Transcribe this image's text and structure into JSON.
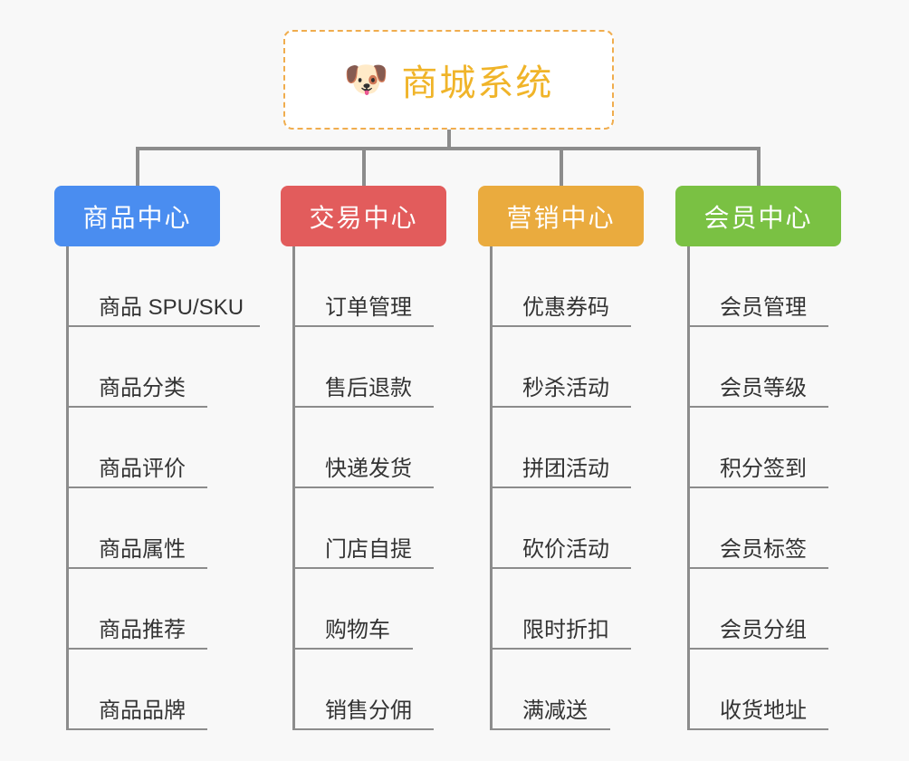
{
  "diagram": {
    "type": "org-tree",
    "background_color": "#f8f8f8",
    "connector_color": "#8c8c8c",
    "root": {
      "icon": "shiba-dog-face-icon",
      "icon_glyph": "🐶",
      "title": "商城系统",
      "text_color": "#f0b429",
      "border_color": "#f0ad4e",
      "background_color": "#ffffff"
    },
    "columns": [
      {
        "id": "product-center",
        "header": "商品中心",
        "color": "#4a8df0",
        "items": [
          "商品 SPU/SKU",
          "商品分类",
          "商品评价",
          "商品属性",
          "商品推荐",
          "商品品牌"
        ]
      },
      {
        "id": "trade-center",
        "header": "交易中心",
        "color": "#e25c5c",
        "items": [
          "订单管理",
          "售后退款",
          "快递发货",
          "门店自提",
          "购物车",
          "销售分佣"
        ]
      },
      {
        "id": "marketing-center",
        "header": "营销中心",
        "color": "#eaab3e",
        "items": [
          "优惠券码",
          "秒杀活动",
          "拼团活动",
          "砍价活动",
          "限时折扣",
          "满减送"
        ]
      },
      {
        "id": "member-center",
        "header": "会员中心",
        "color": "#7ac143",
        "items": [
          "会员管理",
          "会员等级",
          "积分签到",
          "会员标签",
          "会员分组",
          "收货地址"
        ]
      }
    ]
  }
}
